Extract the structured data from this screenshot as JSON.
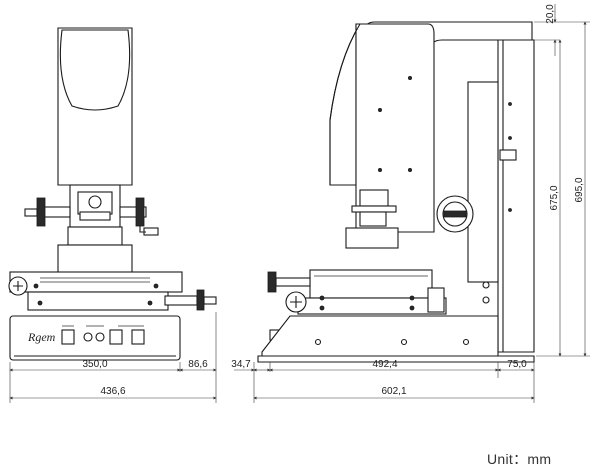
{
  "brand_mark": "Rgem",
  "dimensions": {
    "front_width_body": "350,0",
    "front_width_knob": "86,6",
    "front_width_total": "436,6",
    "side_left_offset": "34,7",
    "side_depth_main": "492,4",
    "side_depth_rear": "75,0",
    "side_depth_total": "602,1",
    "top_offset": "20,0",
    "height_inner": "675,0",
    "height_total": "695,0"
  },
  "unit_label": "Unit：mm"
}
